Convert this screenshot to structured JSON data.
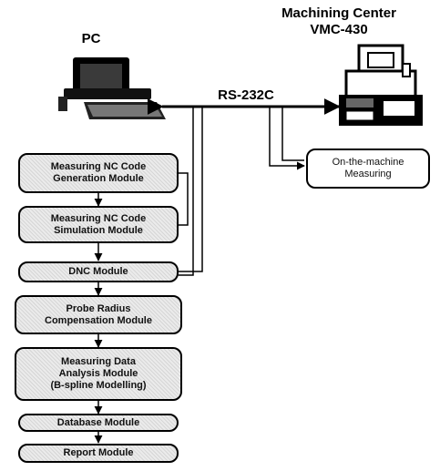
{
  "labels": {
    "pc": "PC",
    "machine_title_1": "Machining Center",
    "machine_title_2": "VMC-430",
    "link": "RS-232C"
  },
  "modules": [
    "Measuring NC Code\nGeneration Module",
    "Measuring NC Code\nSimulation Module",
    "DNC Module",
    "Probe Radius\nCompensation Module",
    "Measuring Data\nAnalysis Module\n(B-spline Modelling)",
    "Database Module",
    "Report Module"
  ],
  "measuring_box": "On-the-machine\nMeasuring",
  "icons": {
    "pc": "computer-icon",
    "machine": "machining-center-icon"
  }
}
